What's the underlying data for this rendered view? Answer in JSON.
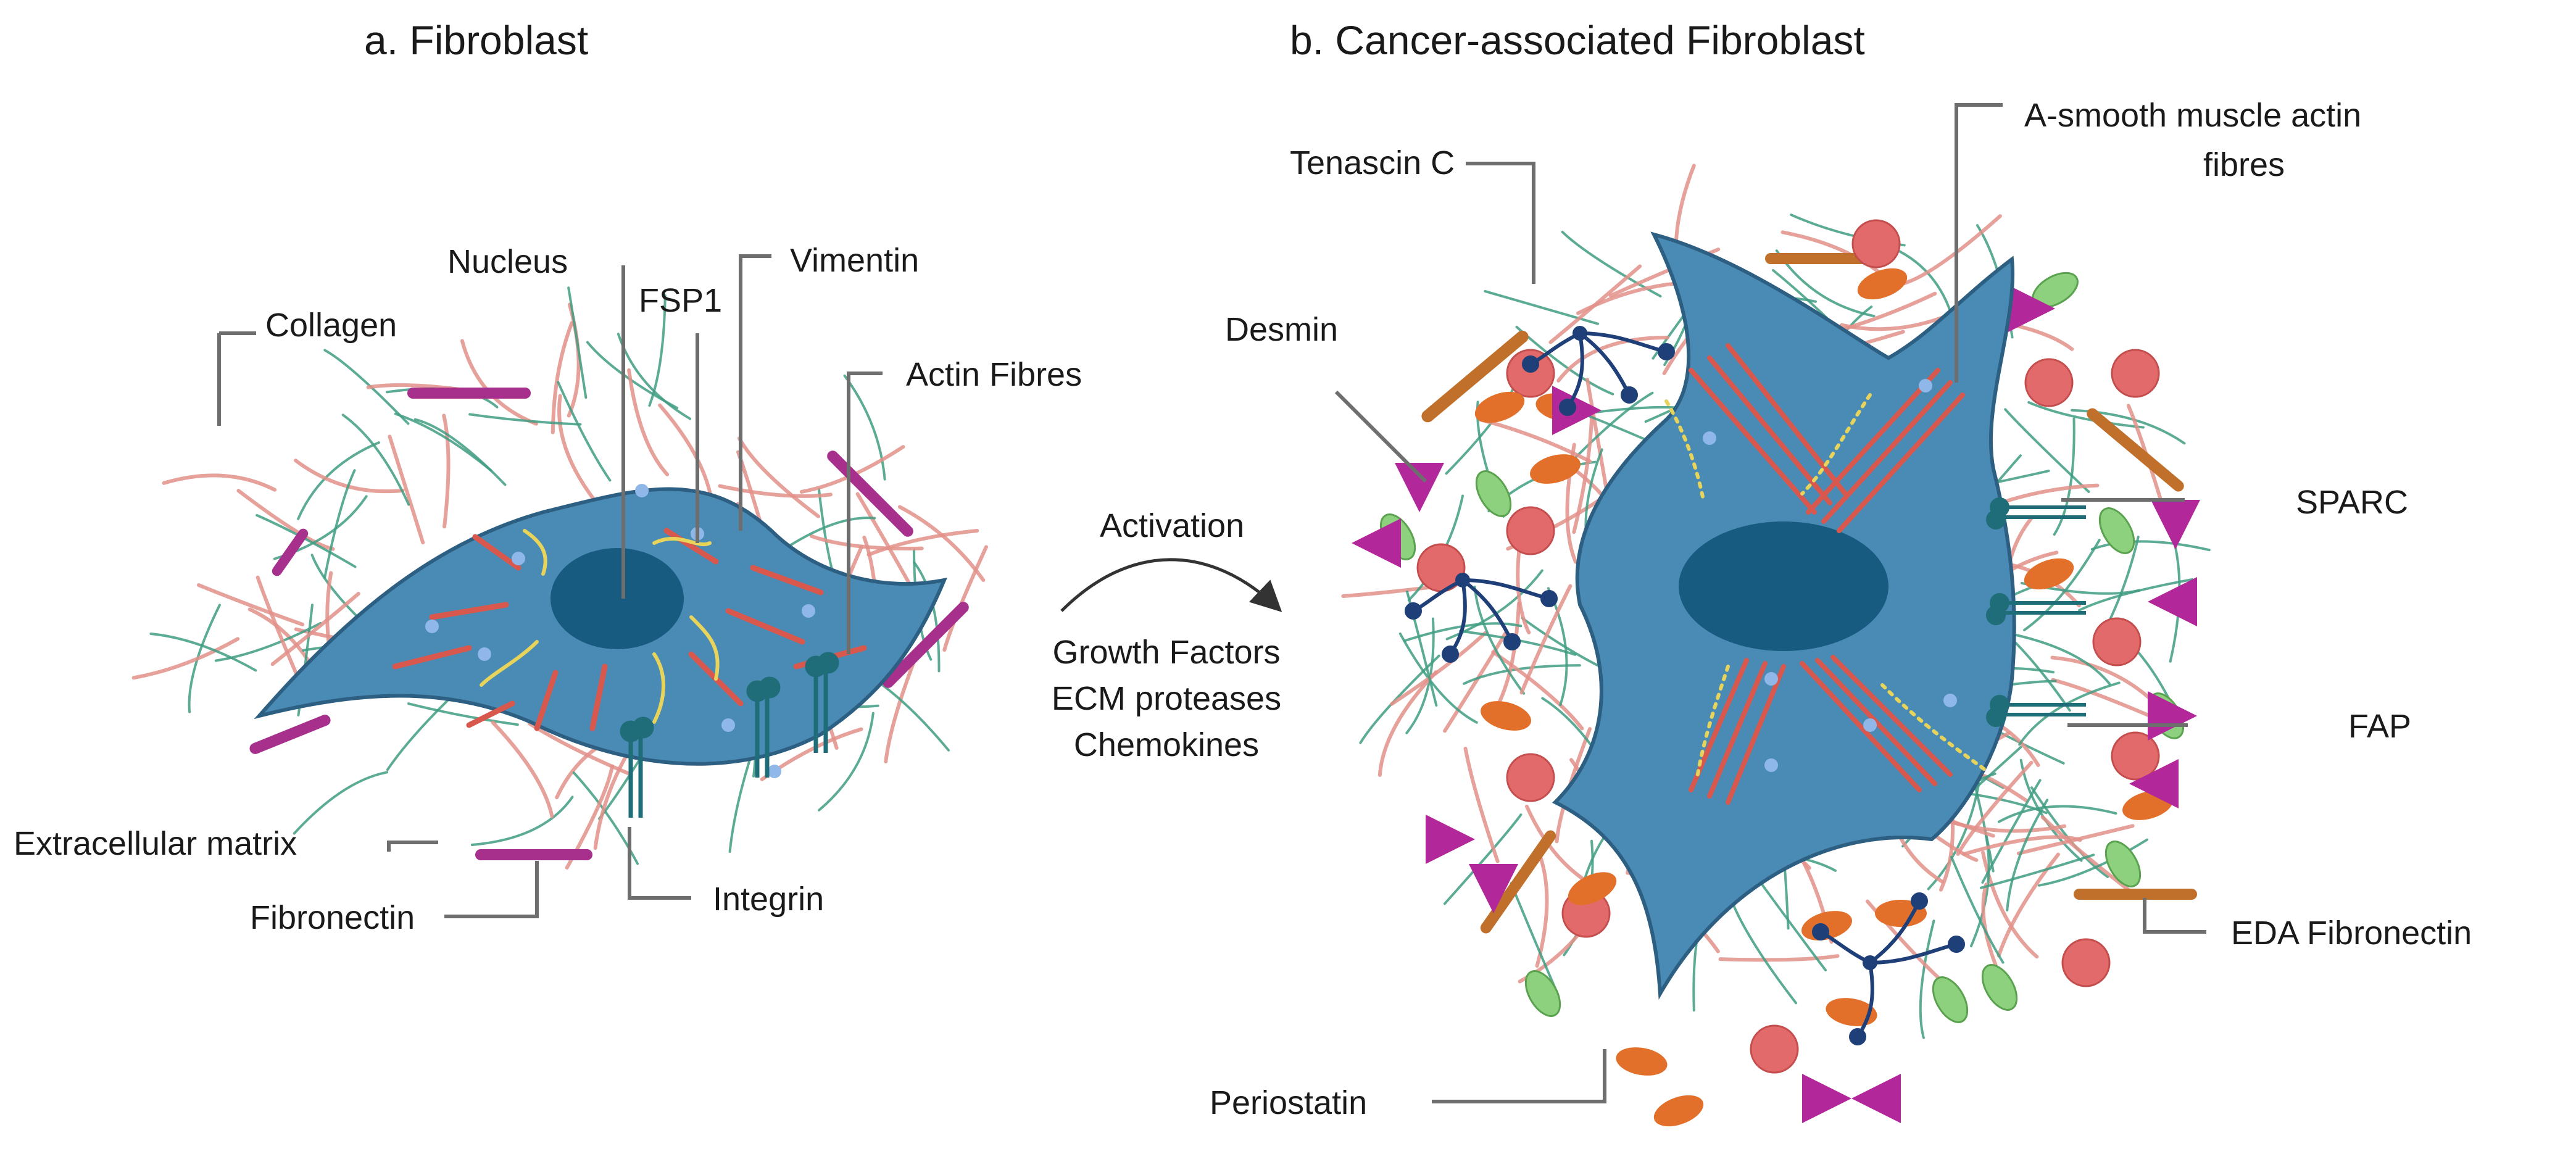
{
  "panels": {
    "fibroblast": {
      "title": "a. Fibroblast",
      "labels": {
        "nucleus": "Nucleus",
        "fsp1": "FSP1",
        "vimentin": "Vimentin",
        "collagen": "Collagen",
        "actin_fibres": "Actin Fibres",
        "extracellular_matrix": "Extracellular matrix",
        "fibronectin": "Fibronectin",
        "integrin": "Integrin"
      }
    },
    "caf": {
      "title": "b. Cancer-associated Fibroblast",
      "labels": {
        "tenascin_c": "Tenascin C",
        "asma_line1": "A-smooth muscle actin",
        "asma_line2": "fibres",
        "desmin": "Desmin",
        "sparc": "SPARC",
        "fap": "FAP",
        "eda_fibronectin": "EDA Fibronectin",
        "periostatin": "Periostatin"
      }
    }
  },
  "transition": {
    "label": "Activation",
    "factors": [
      "Growth Factors",
      "ECM proteases",
      "Chemokines"
    ]
  },
  "colors": {
    "cell_body": "#4a8bb5",
    "nucleus": "#175b80",
    "collagen_strand": "#e2908a",
    "ecm_fibre": "#3f9c82",
    "fibronectin": "#a6308c",
    "actin": "#d8584e",
    "vimentin": "#e8d45a",
    "fsp1_dot": "#8fb8e8",
    "integrin": "#1f6d78",
    "tenascin": "#1f3f78",
    "red_sphere": "#e26a6a",
    "orange_oval": "#e2702a",
    "green_oval": "#8dd07e",
    "magenta_triangle": "#b2289a",
    "eda_fibronectin": "#c0702a",
    "leader_line": "#6e6e6e"
  }
}
